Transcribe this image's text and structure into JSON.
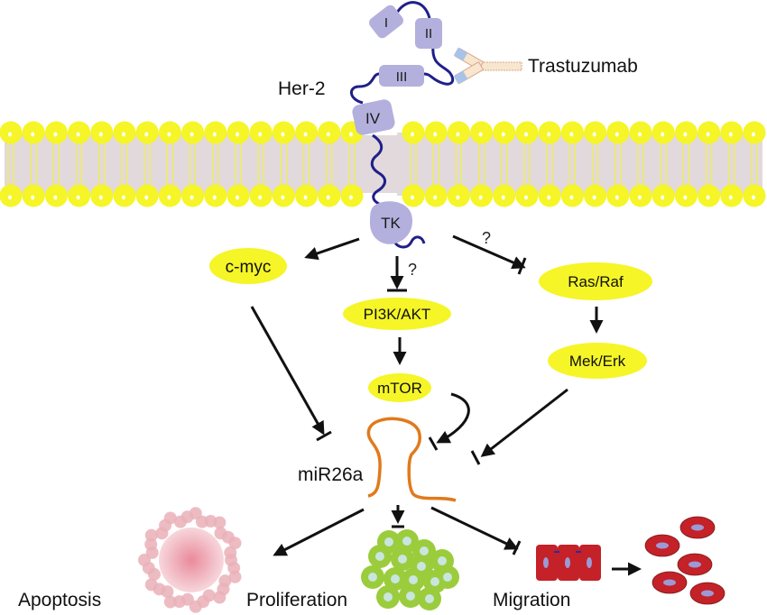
{
  "diagram": {
    "receptor": {
      "name": "Her-2",
      "domains": [
        "I",
        "II",
        "III",
        "IV"
      ],
      "kinase_domain": "TK",
      "colors": {
        "domain_fill": "#b3b0dd",
        "linker": "#1f1f8a"
      }
    },
    "antibody": {
      "name": "Trastuzumab"
    },
    "membrane": {
      "head_color": "#f5f528",
      "core_color": "#e2d9dc"
    },
    "nodes": {
      "cmyc": "c-myc",
      "pi3k": "PI3K/AKT",
      "mtor": "mTOR",
      "rasraf": "Ras/Raf",
      "mekerk": "Mek/Erk",
      "node_color": "#f5f528"
    },
    "mirna": {
      "name": "miR26a",
      "color": "#e07a1c"
    },
    "question_marks": {
      "tk_pi3k": "?",
      "tk_rasraf": "?"
    },
    "outcomes": {
      "apoptosis": "Apoptosis",
      "proliferation": "Proliferation",
      "migration": "Migration"
    },
    "edges": [
      {
        "from": "TK",
        "to": "c-myc",
        "type": "activation"
      },
      {
        "from": "TK",
        "to": "PI3K/AKT",
        "type": "activation-inhibition",
        "uncertain": true
      },
      {
        "from": "TK",
        "to": "Ras/Raf",
        "type": "activation-inhibition",
        "uncertain": true
      },
      {
        "from": "Ras/Raf",
        "to": "Mek/Erk",
        "type": "activation"
      },
      {
        "from": "PI3K/AKT",
        "to": "mTOR",
        "type": "activation"
      },
      {
        "from": "c-myc",
        "to": "miR26a",
        "type": "activation-inhibition"
      },
      {
        "from": "mTOR",
        "to": "miR26a",
        "type": "activation-inhibition"
      },
      {
        "from": "Mek/Erk",
        "to": "miR26a",
        "type": "activation-inhibition"
      },
      {
        "from": "miR26a",
        "to": "Apoptosis",
        "type": "activation"
      },
      {
        "from": "miR26a",
        "to": "Proliferation",
        "type": "activation-inhibition"
      },
      {
        "from": "miR26a",
        "to": "Migration",
        "type": "activation-inhibition"
      },
      {
        "from": "Migration-epithelial",
        "to": "Migration-dispersed",
        "type": "activation"
      }
    ]
  }
}
